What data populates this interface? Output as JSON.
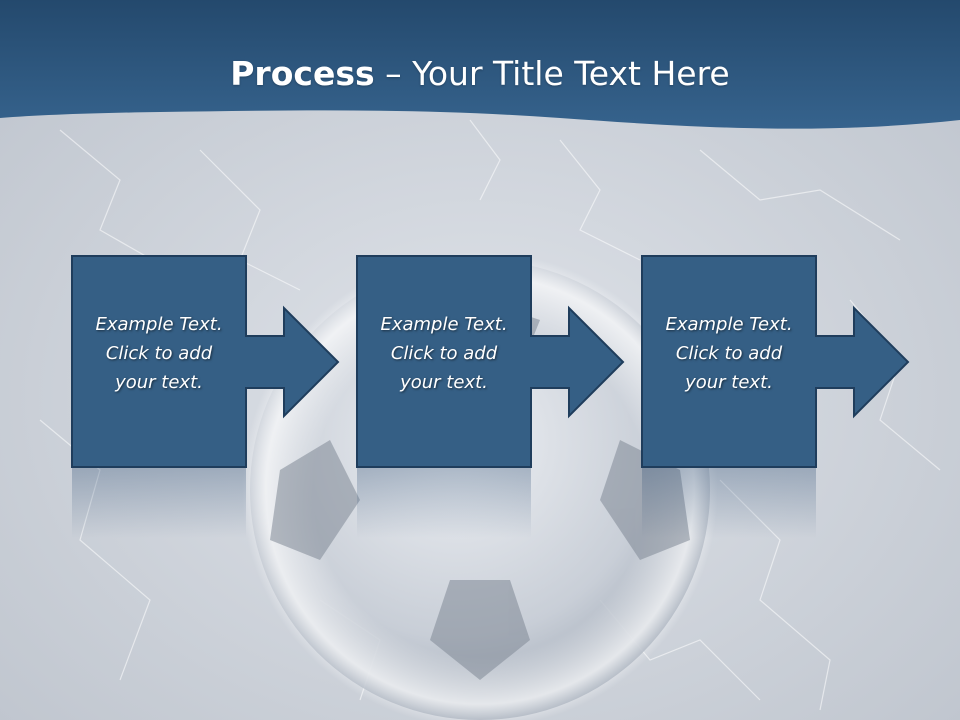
{
  "slide": {
    "title_bold": "Process",
    "title_rest": " – Your Title Text Here"
  },
  "steps": [
    {
      "line1": "Example Text.",
      "line2": "Click  to add",
      "line3": "your text."
    },
    {
      "line1": "Example Text.",
      "line2": "Click  to add",
      "line3": "your text."
    },
    {
      "line1": "Example Text.",
      "line2": "Click  to add",
      "line3": "your text."
    }
  ],
  "colors": {
    "banner": "#2f5d86",
    "box_fill": "#355f85",
    "box_stroke": "#1f3d5c",
    "background": "#c9ced6"
  },
  "icons": [
    "arrow-right-icon",
    "soccer-ball-image"
  ]
}
